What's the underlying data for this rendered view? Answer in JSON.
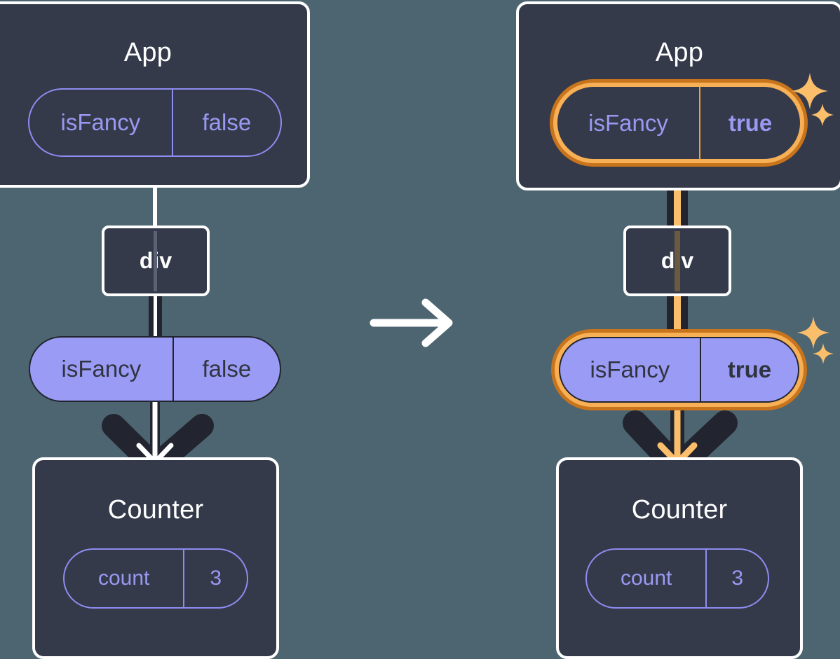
{
  "diagram": {
    "type": "react-state-propagation",
    "background_color": "#4D6570",
    "transition_icon": "right-arrow-icon",
    "panels": [
      {
        "id": "before",
        "app": {
          "title": "App",
          "state_pill": {
            "name": "isFancy",
            "value": "false",
            "highlighted": false,
            "style": "outline"
          }
        },
        "dom_node": {
          "label": "div"
        },
        "prop_pill": {
          "name": "isFancy",
          "value": "false",
          "highlighted": false,
          "style": "filled"
        },
        "counter": {
          "title": "Counter",
          "state_pill": {
            "name": "count",
            "value": "3",
            "highlighted": false,
            "style": "outline"
          }
        },
        "sparkles": []
      },
      {
        "id": "after",
        "app": {
          "title": "App",
          "state_pill": {
            "name": "isFancy",
            "value": "true",
            "highlighted": true,
            "style": "outline"
          }
        },
        "dom_node": {
          "label": "div"
        },
        "prop_pill": {
          "name": "isFancy",
          "value": "true",
          "highlighted": true,
          "style": "filled"
        },
        "counter": {
          "title": "Counter",
          "state_pill": {
            "name": "count",
            "value": "3",
            "highlighted": false,
            "style": "outline"
          }
        },
        "sparkles": [
          "sparkle-large",
          "sparkle-small"
        ]
      }
    ],
    "colors": {
      "background": "#4D6570",
      "card_fill": "#343A4A",
      "card_border": "#FFFFFF",
      "pill_outline": "#8E8CF0",
      "pill_outline_text": "#9A99F2",
      "pill_filled": "#9A9BF5",
      "pill_filled_text": "#30343F",
      "highlight_outer": "#C8741C",
      "highlight_inner": "#F7B055",
      "highlight_accent": "#FBBF6B",
      "wire_dark": "#22252F",
      "wire_white": "#FFFFFF"
    }
  }
}
